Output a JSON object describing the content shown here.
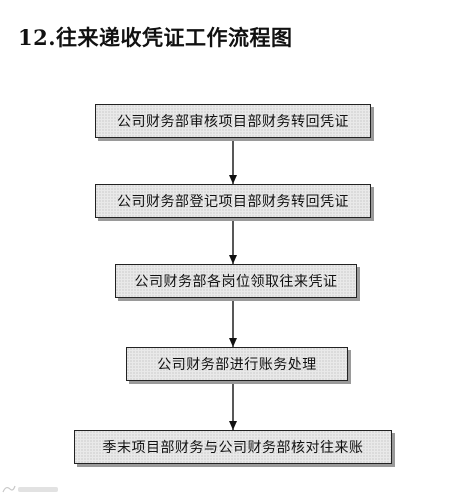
{
  "title": "12.往来递收凭证工作流程图",
  "steps": [
    "公司财务部审核项目部财务转回凭证",
    "公司财务部登记项目部财务转回凭证",
    "公司财务部各岗位领取往来凭证",
    "公司财务部进行账务处理",
    "季末项目部财务与公司财务部核对往来账"
  ],
  "colors": {
    "box_fill": "#e9e9e9",
    "box_border": "#222222",
    "arrow": "#111111"
  }
}
